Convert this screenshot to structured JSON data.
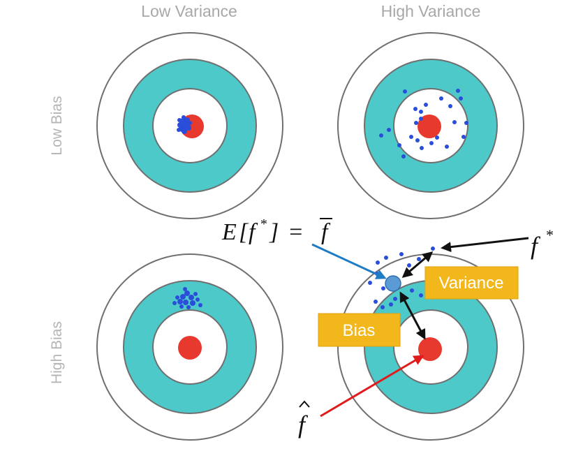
{
  "headers": {
    "col1": "Low Variance",
    "col2": "High Variance",
    "row1": "Low Bias",
    "row2": "High Bias"
  },
  "annotations": {
    "expectation_lhs": "E",
    "expectation_inner": "f",
    "expectation_rhs": "f",
    "f_star": "f",
    "f_hat": "f",
    "star": "*",
    "equals": "=",
    "bracket_open": "[",
    "bracket_close": "]",
    "bar": "¯",
    "hat": "^",
    "variance_label": "Variance",
    "bias_label": "Bias"
  },
  "colors": {
    "ring_fill": "#4ec9ca",
    "ring_stroke": "#6f6f6f",
    "bullseye": "#e8392e",
    "point": "#2a4ed9",
    "mean_point": "#5b9bd5",
    "label_box": "#f2b71b",
    "arrow_blue": "#1f7cc4",
    "arrow_red": "#e11b1b",
    "arrow_black": "#111111"
  },
  "icons": {
    "targets": "bullseye-target",
    "arrows": "arrow"
  }
}
